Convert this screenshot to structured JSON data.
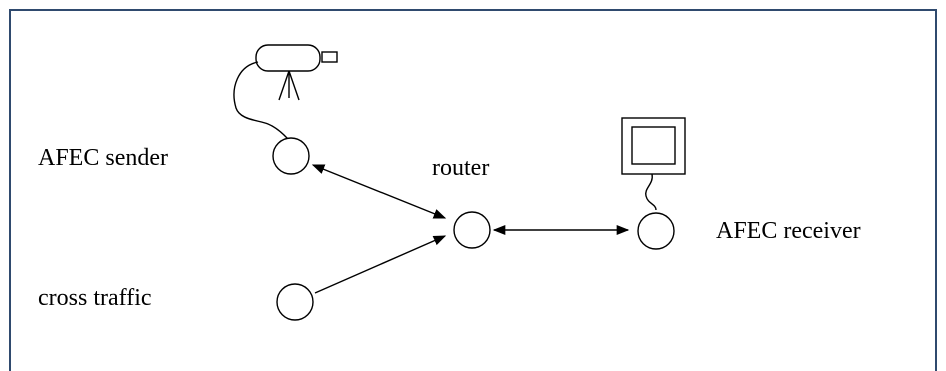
{
  "diagram": {
    "nodes": [
      {
        "id": "sender",
        "label": "AFEC sender"
      },
      {
        "id": "router",
        "label": "router"
      },
      {
        "id": "receiver",
        "label": "AFEC receiver"
      },
      {
        "id": "cross",
        "label": "cross traffic"
      }
    ],
    "edges": [
      {
        "from": "sender",
        "to": "router",
        "direction": "both"
      },
      {
        "from": "router",
        "to": "receiver",
        "direction": "both"
      },
      {
        "from": "cross",
        "to": "router",
        "direction": "to"
      }
    ],
    "icons": {
      "sender_device": "video-camera-icon",
      "receiver_device": "monitor-icon"
    }
  }
}
